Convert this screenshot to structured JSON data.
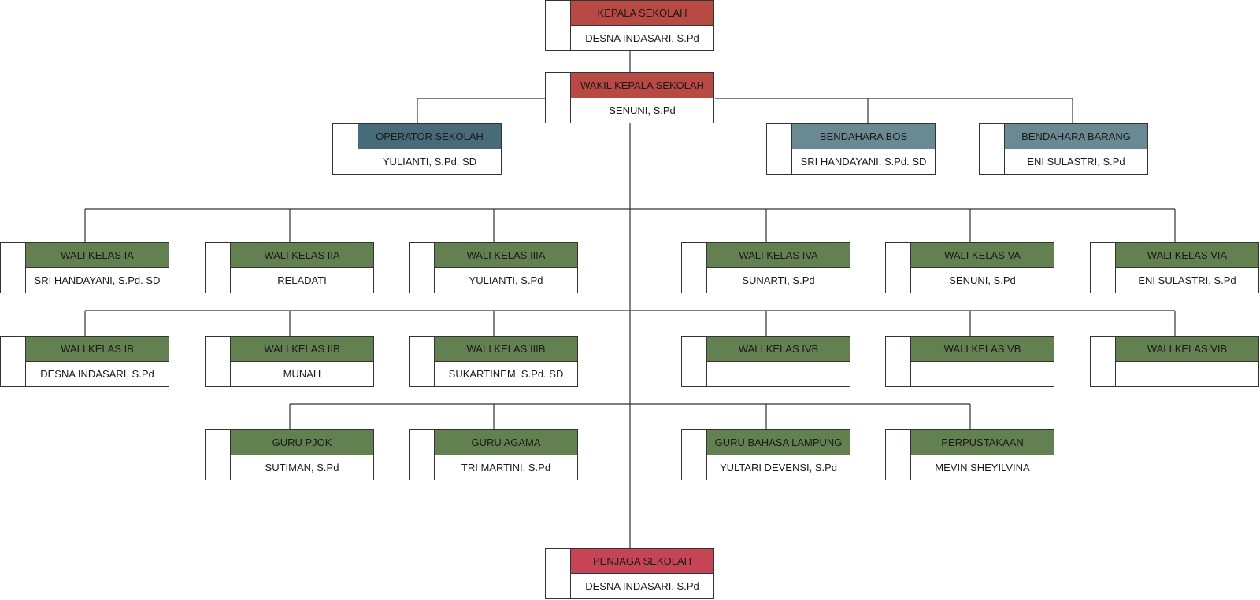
{
  "colors": {
    "red": "#b94a43",
    "teal_dark": "#476b78",
    "teal_light": "#6a8a93",
    "green": "#628050",
    "crimson": "#c54555",
    "line": "#333333"
  },
  "nodes": [
    {
      "id": "kepala-sekolah",
      "role": "KEPALA SEKOLAH",
      "name": "DESNA INDASARI, S.Pd",
      "color": "red"
    },
    {
      "id": "wakil-kepala-sekolah",
      "role": "WAKIL KEPALA SEKOLAH",
      "name": "SENUNI, S.Pd",
      "color": "red"
    },
    {
      "id": "operator-sekolah",
      "role": "OPERATOR SEKOLAH",
      "name": "YULIANTI, S.Pd. SD",
      "color": "teal_dark"
    },
    {
      "id": "bendahara-bos",
      "role": "BENDAHARA BOS",
      "name": "SRI HANDAYANI, S.Pd. SD",
      "color": "teal_light"
    },
    {
      "id": "bendahara-barang",
      "role": "BENDAHARA BARANG",
      "name": "ENI SULASTRI, S.Pd",
      "color": "teal_light"
    },
    {
      "id": "wali-kelas-ia",
      "role": "WALI KELAS IA",
      "name": "SRI HANDAYANI, S.Pd. SD",
      "color": "green"
    },
    {
      "id": "wali-kelas-iia",
      "role": "WALI KELAS IIA",
      "name": "RELADATI",
      "color": "green"
    },
    {
      "id": "wali-kelas-iiia",
      "role": "WALI KELAS IIIA",
      "name": "YULIANTI, S.Pd",
      "color": "green"
    },
    {
      "id": "wali-kelas-iva",
      "role": "WALI KELAS IVA",
      "name": "SUNARTI, S.Pd",
      "color": "green"
    },
    {
      "id": "wali-kelas-va",
      "role": "WALI KELAS VA",
      "name": "SENUNI, S.Pd",
      "color": "green"
    },
    {
      "id": "wali-kelas-via",
      "role": "WALI KELAS VIA",
      "name": "ENI SULASTRI, S.Pd",
      "color": "green"
    },
    {
      "id": "wali-kelas-ib",
      "role": "WALI KELAS IB",
      "name": "DESNA INDASARI, S.Pd",
      "color": "green"
    },
    {
      "id": "wali-kelas-iib",
      "role": "WALI KELAS IIB",
      "name": "MUNAH",
      "color": "green"
    },
    {
      "id": "wali-kelas-iiib",
      "role": "WALI KELAS IIIB",
      "name": "SUKARTINEM, S.Pd. SD",
      "color": "green"
    },
    {
      "id": "wali-kelas-ivb",
      "role": "WALI KELAS IVB",
      "name": "",
      "color": "green"
    },
    {
      "id": "wali-kelas-vb",
      "role": "WALI KELAS VB",
      "name": "",
      "color": "green"
    },
    {
      "id": "wali-kelas-vib",
      "role": "WALI KELAS VIB",
      "name": "",
      "color": "green"
    },
    {
      "id": "guru-pjok",
      "role": "GURU PJOK",
      "name": "SUTIMAN, S.Pd",
      "color": "green"
    },
    {
      "id": "guru-agama",
      "role": "GURU AGAMA",
      "name": "TRI MARTINI, S.Pd",
      "color": "green"
    },
    {
      "id": "guru-bahasa-lampung",
      "role": "GURU BAHASA LAMPUNG",
      "name": "YULTARI DEVENSI, S.Pd",
      "color": "green"
    },
    {
      "id": "perpustakaan",
      "role": "PERPUSTAKAAN",
      "name": "MEVIN SHEYILVINA",
      "color": "green"
    },
    {
      "id": "penjaga-sekolah",
      "role": "PENJAGA SEKOLAH",
      "name": "DESNA INDASARI, S.Pd",
      "color": "crimson"
    }
  ]
}
